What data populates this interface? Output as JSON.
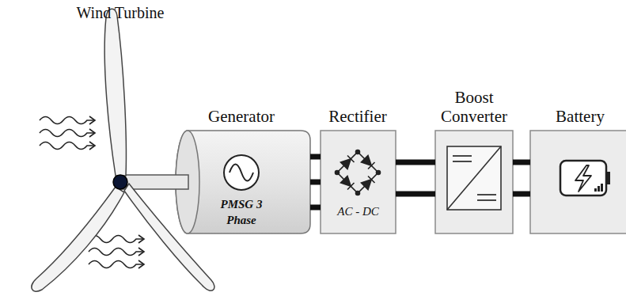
{
  "diagram": {
    "nodes": [
      {
        "text": [
          "Generator",
          "PMSG 3 Phase"
        ]
      },
      {
        "text": [
          "Rectifier",
          "AC - DC"
        ]
      },
      {
        "text": [
          "Boost Converter"
        ]
      },
      {
        "text": [
          "Battery"
        ]
      }
    ],
    "edges": [
      {
        "from": 0,
        "to": 1,
        "arrow": "none"
      },
      {
        "from": 1,
        "to": 2,
        "arrow": "none"
      },
      {
        "from": 2,
        "to": 3,
        "arrow": "none"
      }
    ],
    "labels": [
      "Wind Turbine"
    ]
  }
}
